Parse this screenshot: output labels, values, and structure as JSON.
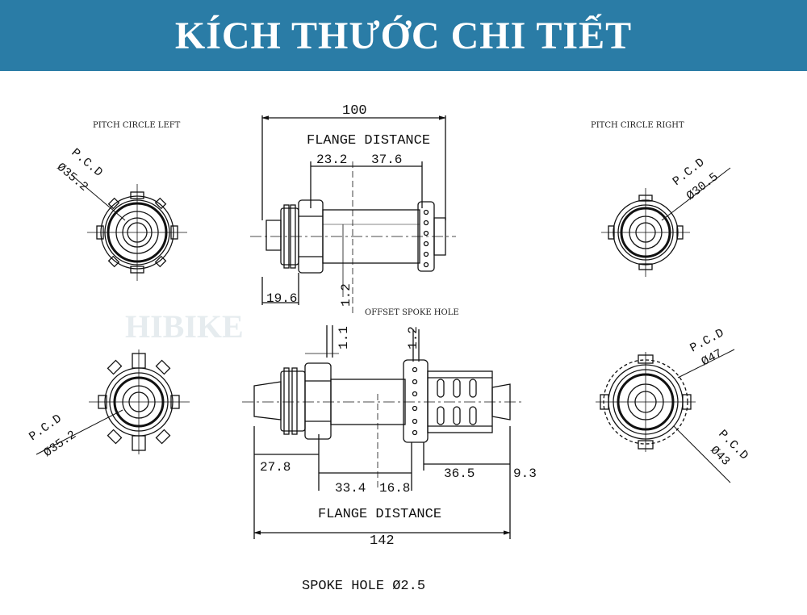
{
  "header": {
    "title": "KÍCH THƯỚC CHI TIẾT"
  },
  "colors": {
    "banner": "#2a7ca6",
    "line": "#111111"
  },
  "watermark": "HIBIKE",
  "front": {
    "pitch_left_label": "PITCH CIRCLE LEFT",
    "pitch_right_label": "PITCH CIRCLE RIGHT",
    "pcd_left": "P.C.D",
    "pcd_left_value": "Ø35.2",
    "pcd_right": "P.C.D",
    "pcd_right_value": "Ø30.5",
    "overall": "100",
    "flange_distance": "FLANGE DISTANCE",
    "left_flange": "23.2",
    "right_flange": "37.6",
    "end_offset": "19.6",
    "offset_value": "1.2"
  },
  "rear": {
    "offset_label": "OFFSET SPOKE HOLE",
    "offset_a": "1.1",
    "offset_b": "1.2",
    "pcd_left": "P.C.D",
    "pcd_left_value": "Ø35.2",
    "pcd_right_a": "P.C.D",
    "pcd_right_a_value": "Ø47",
    "pcd_right_b": "P.C.D",
    "pcd_right_b_value": "Ø43",
    "dim_27": "27.8",
    "dim_33": "33.4",
    "dim_16": "16.8",
    "dim_36": "36.5",
    "dim_9": "9.3",
    "flange_distance": "FLANGE DISTANCE",
    "overall": "142"
  },
  "footer": {
    "spoke_hole": "SPOKE HOLE Ø2.5"
  }
}
